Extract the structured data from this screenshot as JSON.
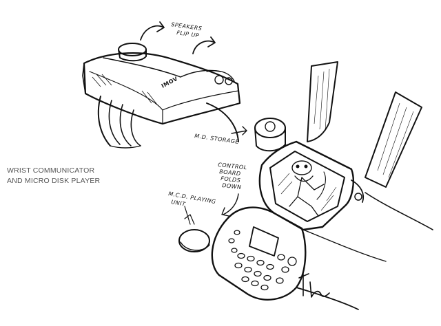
{
  "caption": {
    "line1": "WRIST COMMUNICATOR",
    "line2": "AND MICRO DISK PLAYER"
  },
  "annotations": {
    "speakers": [
      "SPEAKERS",
      "FLIP UP"
    ],
    "mdstorage": "M.D. STORAGE",
    "control": [
      "CONTROL",
      "BOARD",
      "FOLDS",
      "DOWN"
    ],
    "playing": [
      "M.C.D. PLAYING",
      "UNIT"
    ],
    "badge": "IMOV"
  },
  "signature": "signature-mark",
  "colors": {
    "ink": "#111111",
    "caption": "#555555",
    "paper": "#ffffff"
  }
}
